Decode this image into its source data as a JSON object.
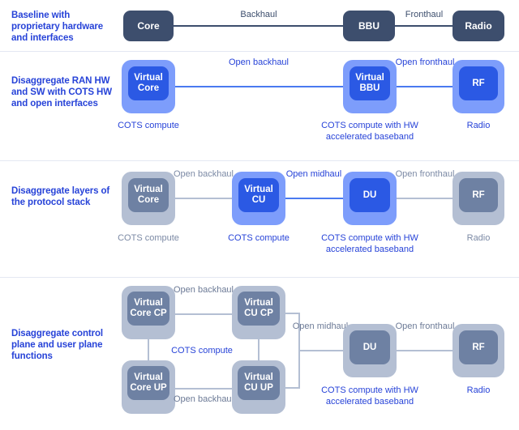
{
  "diagram": {
    "title": "RAN disaggregation stages",
    "colors": {
      "accent_blue": "#2743d8",
      "node_blue": "#2b59e4",
      "node_blue_shell": "#7d9dfb",
      "node_gray": "#6e81a3",
      "node_gray_shell": "#b4bfd3",
      "dark_slate": "#3d4e6d",
      "separator": "#e4e8f2"
    }
  },
  "rows": [
    {
      "id": "baseline",
      "label": "Baseline with proprietary hardware and interfaces",
      "nodes": [
        {
          "id": "core",
          "text": "Core",
          "style": "dark",
          "caption": ""
        },
        {
          "id": "bbu",
          "text": "BBU",
          "style": "dark",
          "caption": ""
        },
        {
          "id": "radio",
          "text": "Radio",
          "style": "dark",
          "caption": ""
        }
      ],
      "links": [
        {
          "id": "backhaul",
          "label": "Backhaul",
          "style": "dark"
        },
        {
          "id": "fronthaul",
          "label": "Fronthaul",
          "style": "dark"
        }
      ]
    },
    {
      "id": "disaggregate-ran",
      "label": "Disaggregate RAN HW and SW with COTS HW and open interfaces",
      "nodes": [
        {
          "id": "virtual-core",
          "text": "Virtual Core",
          "style": "blue",
          "caption": "COTS compute"
        },
        {
          "id": "virtual-bbu",
          "text": "Virtual BBU",
          "style": "blue",
          "caption": "COTS compute with HW accelerated baseband"
        },
        {
          "id": "rf",
          "text": "RF",
          "style": "blue",
          "caption": "Radio"
        }
      ],
      "links": [
        {
          "id": "open-backhaul",
          "label": "Open backhaul",
          "style": "blue"
        },
        {
          "id": "open-fronthaul",
          "label": "Open fronthaul",
          "style": "blue"
        }
      ]
    },
    {
      "id": "disaggregate-layers",
      "label": "Disaggregate layers of the protocol stack",
      "nodes": [
        {
          "id": "virtual-core",
          "text": "Virtual Core",
          "style": "gray",
          "caption": "COTS compute"
        },
        {
          "id": "virtual-cu",
          "text": "Virtual CU",
          "style": "blue",
          "caption": "COTS compute"
        },
        {
          "id": "du",
          "text": "DU",
          "style": "blue",
          "caption": "COTS compute with HW accelerated baseband"
        },
        {
          "id": "rf",
          "text": "RF",
          "style": "gray",
          "caption": "Radio"
        }
      ],
      "links": [
        {
          "id": "open-backhaul",
          "label": "Open backhaul",
          "style": "gray"
        },
        {
          "id": "open-midhaul",
          "label": "Open midhaul",
          "style": "blue"
        },
        {
          "id": "open-fronthaul",
          "label": "Open fronthaul",
          "style": "gray"
        }
      ]
    },
    {
      "id": "disaggregate-cp-up",
      "label": "Disaggregate control plane and user plane functions",
      "nodes": [
        {
          "id": "virtual-core-cp",
          "text": "Virtual Core CP",
          "style": "blue",
          "caption": ""
        },
        {
          "id": "virtual-cu-cp",
          "text": "Virtual CU CP",
          "style": "blue",
          "caption": ""
        },
        {
          "id": "virtual-core-up",
          "text": "Virtual Core UP",
          "style": "blue",
          "caption": ""
        },
        {
          "id": "virtual-cu-up",
          "text": "Virtual CU UP",
          "style": "blue",
          "caption": ""
        },
        {
          "id": "du",
          "text": "DU",
          "style": "gray",
          "caption": "COTS compute with HW accelerated baseband"
        },
        {
          "id": "rf",
          "text": "RF",
          "style": "gray",
          "caption": "Radio"
        }
      ],
      "links": [
        {
          "id": "open-backhaul-top",
          "label": "Open backhaul",
          "style": "gray"
        },
        {
          "id": "open-backhaul-bottom",
          "label": "Open backhaul",
          "style": "gray"
        },
        {
          "id": "open-midhaul",
          "label": "Open midhaul",
          "style": "gray"
        },
        {
          "id": "open-fronthaul",
          "label": "Open fronthaul",
          "style": "gray"
        }
      ],
      "center_caption": "COTS compute"
    }
  ]
}
